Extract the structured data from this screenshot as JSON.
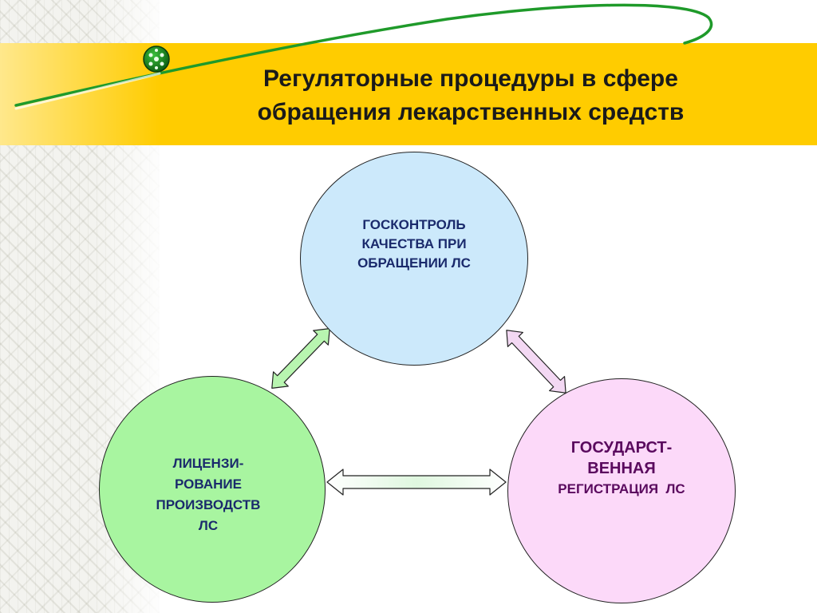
{
  "title": {
    "line1": "Регуляторные процедуры в сфере",
    "line2": "обращения лекарственных средств"
  },
  "nodes": {
    "top": {
      "lines": [
        "ГОСКОНТРОЛЬ",
        "КАЧЕСТВА ПРИ",
        "ОБРАЩЕНИИ ЛС"
      ],
      "fill": "#cce9fb",
      "text_color": "#1a2a6c"
    },
    "left": {
      "lines": [
        "ЛИЦЕНЗИ-",
        "РОВАНИЕ",
        "ПРОИЗВОДСТВ",
        "ЛС"
      ],
      "fill": "#a8f5a0",
      "text_color": "#1a2a6c"
    },
    "right": {
      "lines": [
        "ГОСУДАРСТ-",
        "ВЕННАЯ",
        "РЕГИСТРАЦИЯ  ЛС"
      ],
      "fill": "#fcd9f9",
      "text_color": "#5a0a5e"
    }
  },
  "colors": {
    "title_band": "#ffcc00",
    "swoosh": "#1f9a2a",
    "arrow_left_top": "#b8f5b0",
    "arrow_top_right": "#f3d8f3",
    "arrow_left_right": "#eaffea"
  },
  "icons": {
    "logo": "molecule-dots-icon",
    "decoration": "green-swoosh-line"
  }
}
